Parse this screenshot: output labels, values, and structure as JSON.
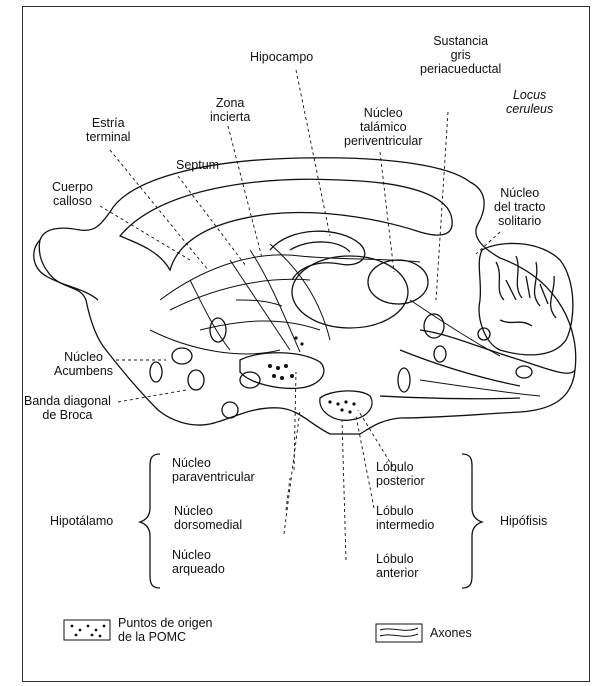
{
  "labels": {
    "hipocampo": "Hipocampo",
    "sustancia_gris": "Sustancia\ngris\nperiacueductal",
    "locus_ceruleus": "Locus\nceruleus",
    "zona_incierta": "Zona\nincierta",
    "estria_terminal": "Estría\nterminal",
    "nucleo_talamico": "Núcleo\ntalámico\nperiventricular",
    "septum": "Septum",
    "cuerpo_calloso": "Cuerpo\ncalloso",
    "nucleo_tracto_solitario": "Núcleo\ndel tracto\nsolitario",
    "nucleo_acumbens": "Núcleo\nAcumbens",
    "banda_diagonal": "Banda diagonal\nde Broca",
    "nucleo_paraventricular": "Núcleo\nparaventricular",
    "nucleo_dorsomedial": "Núcleo\ndorsomedial",
    "nucleo_arqueado": "Núcleo\narqueado",
    "hipotalamo": "Hipotálamo",
    "lobulo_posterior": "Lóbulo\nposterior",
    "lobulo_intermedio": "Lóbulo\nintermedio",
    "lobulo_anterior": "Lóbulo\nanterior",
    "hipofisis": "Hipófisis"
  },
  "legend": {
    "pomc": "Puntos de origen\nde la POMC",
    "axones": "Axones"
  }
}
